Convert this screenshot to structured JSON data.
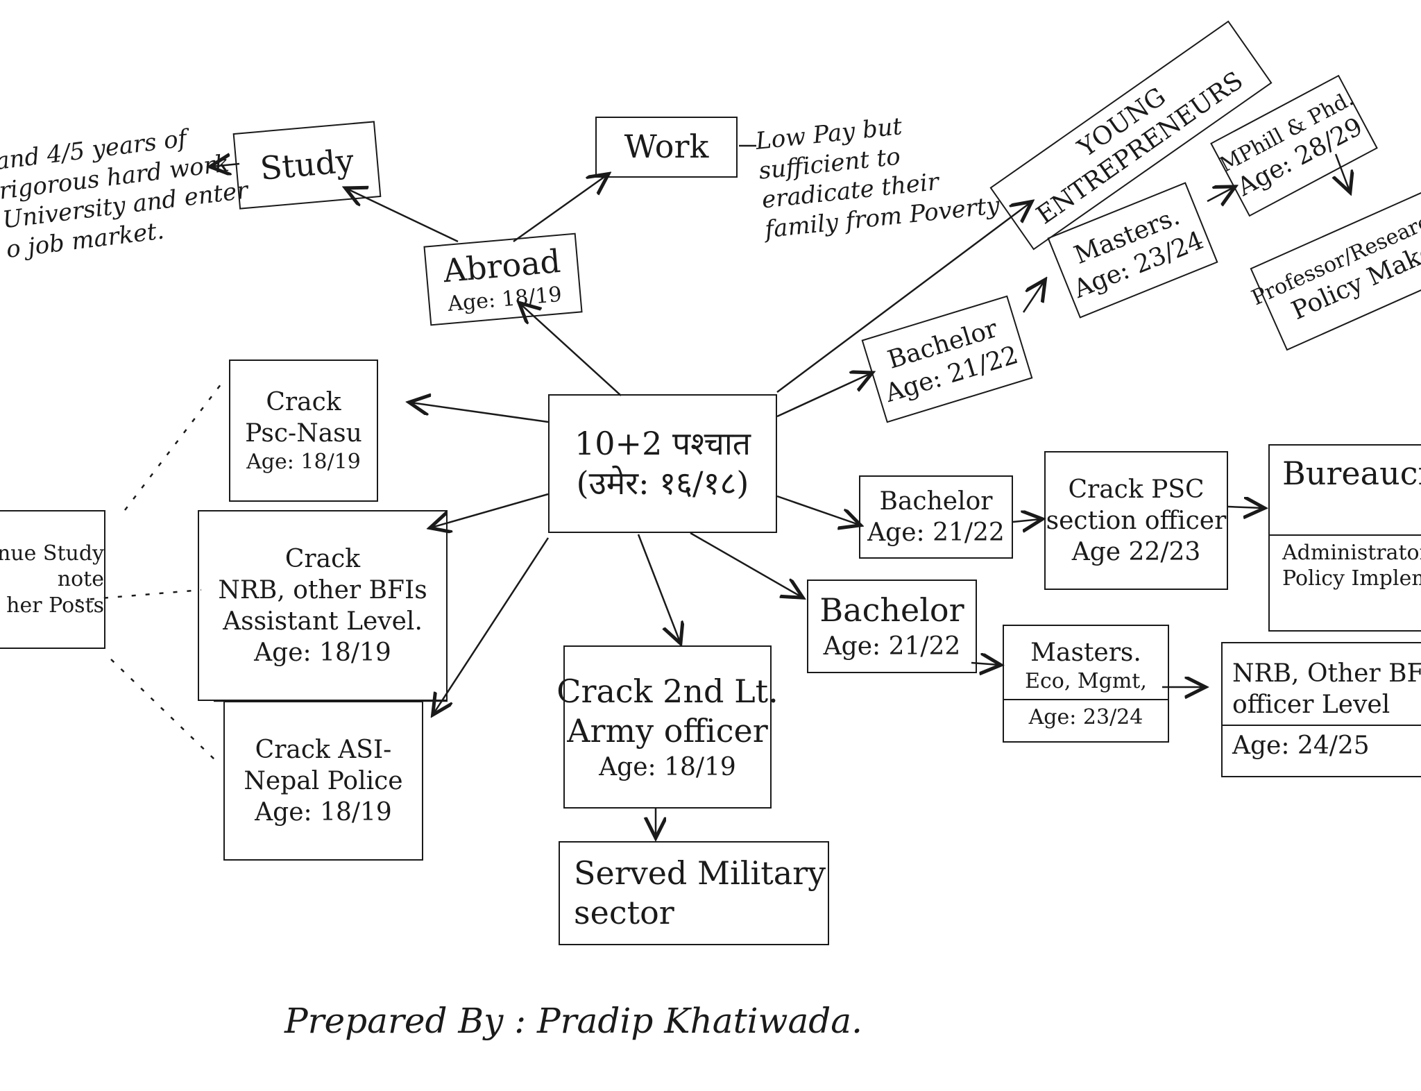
{
  "center": {
    "line1": "10+2 पश्चात",
    "line2": "(उमेर: १६/१८)"
  },
  "abroad": {
    "title": "Abroad",
    "age": "Age: 18/19"
  },
  "study": {
    "label": "Study"
  },
  "study_note": [
    "and 4/5 years of",
    "rigorous hard work",
    "University and enter",
    "o job market."
  ],
  "work": {
    "label": "Work"
  },
  "work_note": [
    "Low Pay but",
    "sufficient to",
    "eradicate their",
    "family from Poverty"
  ],
  "young_entrepreneurs": {
    "line1": "YOUNG",
    "line2": "ENTREPRENEURS"
  },
  "bachelor1": {
    "title": "Bachelor",
    "age": "Age: 21/22"
  },
  "masters1": {
    "title": "Masters.",
    "age": "Age: 23/24"
  },
  "mphil": {
    "title": "MPhill & Phd.",
    "age": "Age: 28/29"
  },
  "professor": {
    "line1": "Professor/Researcher",
    "line2": "Policy Maker"
  },
  "psc_nasu": {
    "l1": "Crack",
    "l2": "Psc-Nasu",
    "l3": "Age: 18/19"
  },
  "nrb_assistant": {
    "l1": "Crack",
    "l2": "NRB, other BFIs",
    "l3": "Assistant Level.",
    "l4": "Age: 18/19"
  },
  "asi": {
    "l1": "Crack ASI-",
    "l2": "Nepal Police",
    "l3": "Age: 18/19"
  },
  "continue": {
    "l1": "nue Study",
    "l2": "note",
    "l3": "her Posts"
  },
  "army": {
    "l1": "Crack 2nd Lt.",
    "l2": "Army officer",
    "l3": "Age: 18/19"
  },
  "military": {
    "l1": "Served Military",
    "l2": "sector"
  },
  "bachelor2": {
    "title": "Bachelor",
    "age": "Age: 21/22"
  },
  "psc_so": {
    "l1": "Crack PSC",
    "l2": "section officer",
    "l3": "Age 22/23"
  },
  "bureaucrats": {
    "l1": "Bureaucrats",
    "l2": "Administrator",
    "l3": "Policy Implementer"
  },
  "bachelor3": {
    "title": "Bachelor",
    "age": "Age: 21/22"
  },
  "masters2": {
    "l1": "Masters.",
    "l2": "Eco, Mgmt,",
    "l3": "Age: 23/24"
  },
  "nrb_officer": {
    "l1": "NRB, Other BFIs",
    "l2": "officer Level",
    "l3": "Age: 24/25"
  },
  "footer": {
    "prepared": "Prepared By : Pradip   Khatiwada."
  }
}
